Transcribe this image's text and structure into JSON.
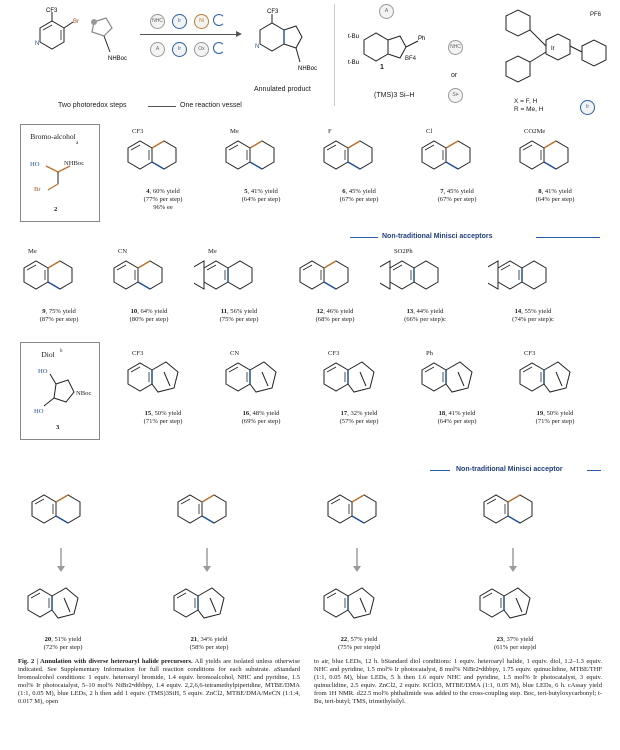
{
  "header": {
    "vessel_caption_left": "Two photoredox steps",
    "vessel_caption_right": "One reaction vessel",
    "product_caption": "Annulated product",
    "reagent_or": "or",
    "reagent_tms": "(TMS)3 Si–H",
    "reagent_pf6": "PF6",
    "reagent_x": "X = F, H",
    "reagent_r": "R = Me, H",
    "reagent_bf4": "BF4",
    "reagent_one": "1",
    "badges": [
      "NHC",
      "Ir",
      "Ni",
      "A",
      "Ir",
      "Ox",
      "A",
      "NHC",
      "Si•",
      "Ir"
    ]
  },
  "bromoalcohol": {
    "title": "Bromo-alcohol",
    "sup": "a",
    "number": "2",
    "labels": [
      "HO",
      "Br",
      "NHBoc"
    ]
  },
  "diol": {
    "title": "Diol",
    "sup": "b",
    "number": "3",
    "labels": [
      "HO",
      "HO",
      "NBoc"
    ]
  },
  "section_titles": {
    "minisci_acceptors": "Non-traditional Minisci acceptors",
    "minisci_acceptor": "Non-traditional Minisci acceptor"
  },
  "row1": [
    {
      "num": "4",
      "yield": "60% yield",
      "per": "(77% per step)",
      "extra": "96% ee",
      "sub": "CF3"
    },
    {
      "num": "5",
      "yield": "41% yield",
      "per": "(64% per step)",
      "extra": "",
      "sub": "Me"
    },
    {
      "num": "6",
      "yield": "45% yield",
      "per": "(67% per step)",
      "extra": "",
      "sub": "F"
    },
    {
      "num": "7",
      "yield": "45% yield",
      "per": "(67% per step)",
      "extra": "",
      "sub": "Cl"
    },
    {
      "num": "8",
      "yield": "41% yield",
      "per": "(64% per step)",
      "extra": "",
      "sub": "CO2Me"
    }
  ],
  "row2": [
    {
      "num": "9",
      "yield": "75% yield",
      "per": "(87% per step)",
      "sub": "Me"
    },
    {
      "num": "10",
      "yield": "64% yield",
      "per": "(80% per step)",
      "sub": "CN"
    },
    {
      "num": "11",
      "yield": "56% yield",
      "per": "(75% per step)",
      "sub": "Me"
    },
    {
      "num": "12",
      "yield": "46% yield",
      "per": "(68% per step)",
      "sub": ""
    },
    {
      "num": "13",
      "yield": "44% yield",
      "per": "(66% per step)c",
      "sub": "SO2Ph"
    },
    {
      "num": "14",
      "yield": "55% yield",
      "per": "(74% per step)c",
      "sub": ""
    }
  ],
  "row3": [
    {
      "num": "15",
      "yield": "50% yield",
      "per": "(71% per step)",
      "sub": "CF3"
    },
    {
      "num": "16",
      "yield": "48% yield",
      "per": "(69% per step)",
      "sub": "CN"
    },
    {
      "num": "17",
      "yield": "32% yield",
      "per": "(57% per step)",
      "sub": "CF3"
    },
    {
      "num": "18",
      "yield": "41% yield",
      "per": "(64% per step)",
      "sub": "Ph"
    },
    {
      "num": "19",
      "yield": "50% yield",
      "per": "(71% per step)",
      "sub": "CF3"
    }
  ],
  "row4": [
    {
      "num": "20",
      "yield": "51% yield",
      "per": "(72% per step)"
    },
    {
      "num": "21",
      "yield": "34% yield",
      "per": "(58% per step)"
    },
    {
      "num": "22",
      "yield": "57% yield",
      "per": "(75% per step)d"
    },
    {
      "num": "23",
      "yield": "37% yield",
      "per": "(61% per step)d"
    }
  ],
  "caption": {
    "fig": "Fig. 2 | Annulation with diverse heteroaryl halide precursors.",
    "col1": "All yields are isolated unless otherwise indicated. See Supplementary Information for full reaction conditions for each substrate. aStandard bromoalcohol conditions: 1 equiv. heteroaryl bromide, 1.4 equiv. bromoalcohol, NHC and pyridine, 1.5 mol% Ir photocatalyst, 5–10 mol% NiBr2•dtbbpy, 1.4 equiv. 2,2,6,6-tetramethylpiperidine, MTBE/DMA (1:1, 0.05 M), blue LEDs, 2 h then add 1 equiv. (TMS)3SiH, 5 equiv. ZnCl2, MTBE/DMA/MeCN (1:1:4, 0.017 M), open",
    "col2": "to air, blue LEDs, 12 h. bStandard diol conditions: 1 equiv. heteroaryl halide, 1 equiv. diol, 1.2–1.3 equiv. NHC and pyridine, 1.5 mol% Ir photocatalyst, 8 mol% NiBr2•dtbbpy, 1.75 equiv. quinuclidine, MTBE/THF (1:1, 0.05 M), blue LEDs, 5 h then 1.6 equiv NHC and pyridine, 1.5 mol% Ir photocatalyst, 3 equiv. quinuclidine, 2.5 equiv. ZnCl2, 2 equiv. KClO3, MTBE/DMA (1:1, 0.05 M), blue LEDs, 6 h. cAssay yield from 1H NMR. d22.5 mol% phthalimide was added to the cross-coupling step. Boc, tert-butyloxycarbonyl; t-Bu, tert-butyl; TMS, trimethylsilyl."
  },
  "colors": {
    "accent_blue": "#2a5fa8",
    "bond_orange": "#b8722c",
    "bond_blue": "#1f4f9a",
    "bromine": "#a0522d"
  }
}
